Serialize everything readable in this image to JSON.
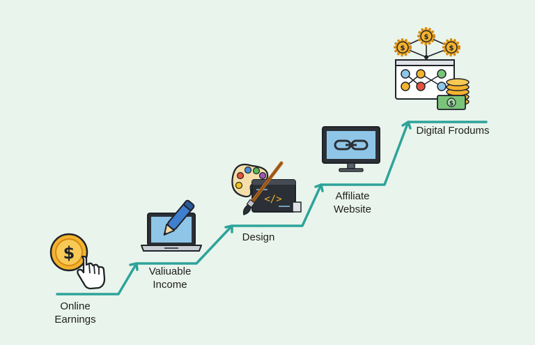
{
  "colors": {
    "background": "#e9f4ec",
    "path": "#2ea39a",
    "outline": "#1f2328",
    "gold": "#f4b22e",
    "gold_dark": "#d48a12",
    "screen_blue": "#8fc6e8",
    "money_green": "#7ac47a"
  },
  "steps": [
    {
      "id": "online-earnings",
      "line1": "Online",
      "line2": "Earnings",
      "icon": "dollar-coin-hand-icon"
    },
    {
      "id": "valuable-income",
      "line1": "Valiuable",
      "line2": "Income",
      "icon": "laptop-pen-icon"
    },
    {
      "id": "design",
      "line1": "Design",
      "line2": "",
      "icon": "palette-brush-code-icon"
    },
    {
      "id": "affiliate-website",
      "line1": "Affiliate",
      "line2": "Website",
      "icon": "monitor-chain-link-icon"
    },
    {
      "id": "digital-frodums",
      "line1": "Digital Frodums",
      "line2": "",
      "icon": "network-gears-money-icon"
    }
  ]
}
